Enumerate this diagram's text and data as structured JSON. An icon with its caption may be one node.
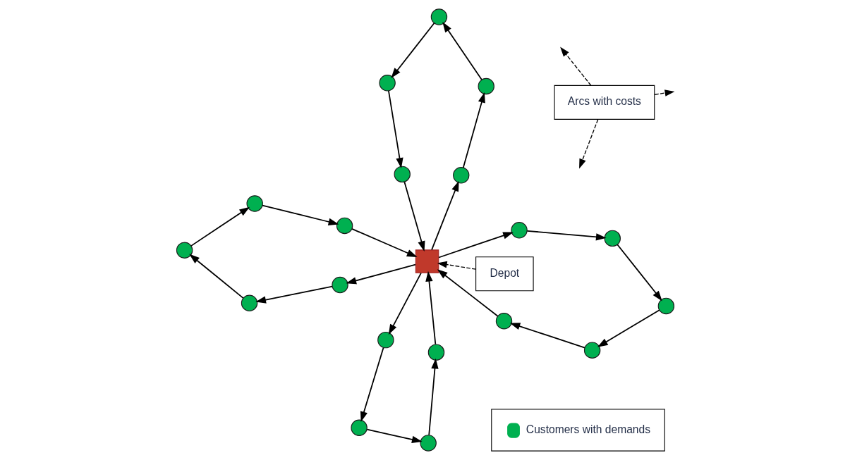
{
  "diagram": {
    "nodes": [
      {
        "text": [],
        "shape": "circle"
      },
      {
        "text": [],
        "shape": "circle"
      },
      {
        "text": [],
        "shape": "circle"
      },
      {
        "text": [],
        "shape": "circle"
      },
      {
        "text": [],
        "shape": "circle"
      },
      {
        "text": [],
        "shape": "circle"
      },
      {
        "text": [],
        "shape": "circle"
      },
      {
        "text": [],
        "shape": "circle"
      },
      {
        "text": [],
        "shape": "box"
      },
      {
        "text": [],
        "shape": "circle"
      },
      {
        "text": [
          "Arcs with costs"
        ]
      },
      {
        "text": [],
        "shape": "circle"
      },
      {
        "text": [],
        "shape": "circle"
      },
      {
        "text": [
          "Depot"
        ]
      },
      {
        "text": [],
        "shape": "circle"
      },
      {
        "text": [],
        "shape": "circle"
      },
      {
        "text": [],
        "shape": "circle"
      },
      {
        "text": [],
        "shape": "circle"
      },
      {
        "text": [],
        "shape": "circle"
      },
      {
        "text": [],
        "shape": "circle"
      },
      {
        "text": [],
        "shape": "circle"
      },
      {
        "text": [],
        "shape": "circle"
      }
    ],
    "edges": [
      {
        "from": 8,
        "to": 6,
        "arrow": "to"
      },
      {
        "from": 6,
        "to": 5,
        "arrow": "to"
      },
      {
        "from": 5,
        "to": 0,
        "arrow": "to"
      },
      {
        "from": 0,
        "to": 2,
        "arrow": "to"
      },
      {
        "from": 2,
        "to": 8,
        "arrow": "to"
      },
      {
        "from": 8,
        "to": 3,
        "arrow": "to"
      },
      {
        "from": 3,
        "to": 1,
        "arrow": "to"
      },
      {
        "from": 1,
        "to": 4,
        "arrow": "to"
      },
      {
        "from": 4,
        "to": 7,
        "arrow": "to"
      },
      {
        "from": 7,
        "to": 9,
        "arrow": "to"
      },
      {
        "from": 9,
        "to": 8,
        "arrow": "to"
      },
      {
        "from": 8,
        "to": 12,
        "arrow": "to"
      },
      {
        "from": 12,
        "to": 17,
        "arrow": "to"
      },
      {
        "from": 17,
        "to": 20,
        "arrow": "to"
      },
      {
        "from": 20,
        "to": 21,
        "arrow": "to"
      },
      {
        "from": 21,
        "to": 16,
        "arrow": "to"
      },
      {
        "from": 16,
        "to": 8,
        "arrow": "to"
      },
      {
        "from": 8,
        "to": 11,
        "arrow": "to"
      },
      {
        "from": 11,
        "to": 14,
        "arrow": "to"
      },
      {
        "from": 14,
        "to": 18,
        "arrow": "to"
      },
      {
        "from": 18,
        "to": 19,
        "arrow": "to"
      },
      {
        "from": 19,
        "to": 15,
        "arrow": "to"
      },
      {
        "from": 15,
        "to": 8,
        "arrow": "to"
      },
      {
        "from": 13,
        "to": 8,
        "arrow": "to",
        "style": "dashed"
      },
      {
        "from": 10,
        "to": null,
        "arrow": "to",
        "style": "dashed"
      },
      {
        "from": 10,
        "to": null,
        "arrow": "to",
        "style": "dashed"
      },
      {
        "from": 10,
        "to": null,
        "arrow": "to",
        "style": "dashed"
      }
    ],
    "legend": [
      {
        "text": "Customers with demands",
        "color": "#00b050"
      }
    ]
  }
}
